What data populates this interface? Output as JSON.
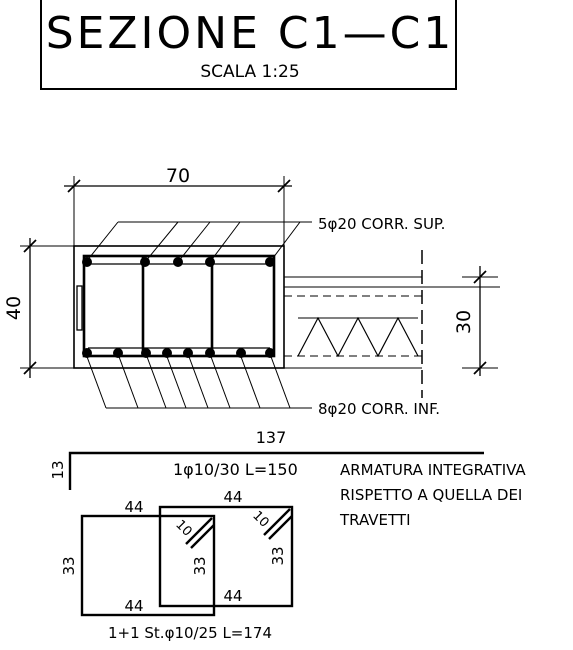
{
  "title_block": {
    "title": "SEZIONE  C1—C1",
    "scale": "SCALA  1:25"
  },
  "section": {
    "dim_width": "70",
    "dim_height": "40",
    "dim_beam_height": "30",
    "top_bars_label": "5φ20 CORR. SUP.",
    "bottom_bars_label": "8φ20 CORR. INF."
  },
  "bar_schedule": {
    "length_label": "137",
    "hook_label": "13",
    "bar_spec": "1φ10/30  L=150",
    "note_lines": [
      "ARMATURA INTEGRATIVA",
      "RISPETTO A QUELLA DEI",
      "TRAVETTI"
    ]
  },
  "stirrups": {
    "dim_left_top": "44",
    "dim_left_bottom": "44",
    "dim_left_side": "33",
    "dim_right_top": "44",
    "dim_right_bottom": "44",
    "dim_right_side": "33",
    "dim_inner_side": "33",
    "hook_left": "10",
    "hook_right": "10",
    "spec": "1+1 St.φ10/25  L=174"
  }
}
